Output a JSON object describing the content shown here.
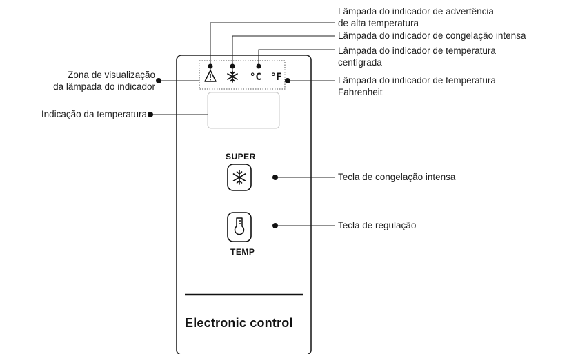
{
  "panel": {
    "super_label": "SUPER",
    "temp_label": "TEMP",
    "title": "Electronic control",
    "celsius_symbol": "°C",
    "fahrenheit_symbol": "°F"
  },
  "callouts": {
    "high_temp_warning": [
      "Lâmpada do indicador de advertência",
      "de alta temperatura"
    ],
    "super_freeze_lamp": [
      "Lâmpada do indicador de congelação intensa"
    ],
    "celsius_lamp": [
      "Lâmpada do indicador de temperatura",
      "centígrada"
    ],
    "fahrenheit_lamp": [
      "Lâmpada do indicador de temperatura",
      "Fahrenheit"
    ],
    "indicator_zone": [
      "Zona de visualização",
      "da lâmpada do indicador"
    ],
    "temp_indication": [
      "Indicação da temperatura"
    ],
    "super_freeze_key": [
      "Tecla de congelação intensa"
    ],
    "adjust_key": [
      "Tecla de regulação"
    ]
  }
}
